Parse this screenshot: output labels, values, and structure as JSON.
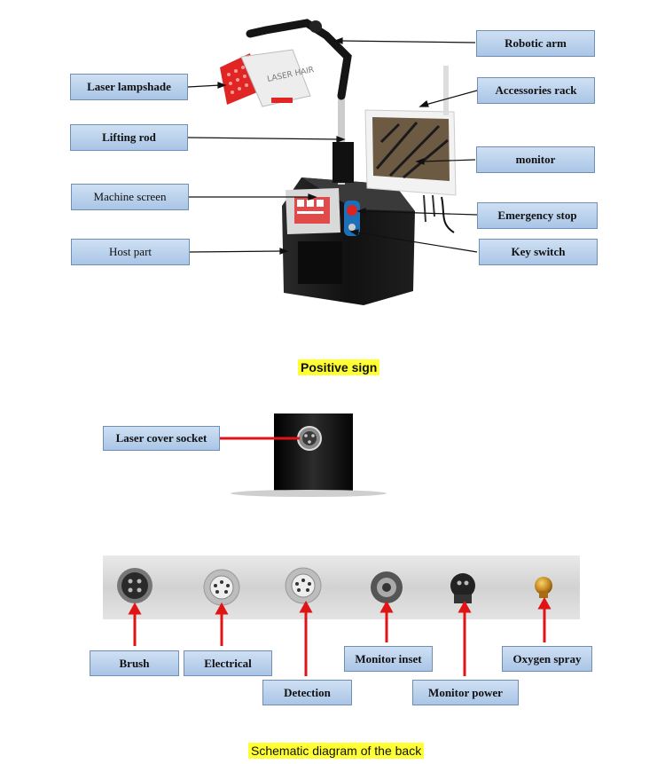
{
  "front_labels": {
    "robotic_arm": "Robotic arm",
    "laser_lampshade": "Laser lampshade",
    "accessories_rack": "Accessories rack",
    "lifting_rod": "Lifting rod",
    "monitor": "monitor",
    "machine_screen": "Machine screen",
    "emergency_stop": "Emergency stop",
    "host_part": "Host part",
    "key_switch": "Key switch"
  },
  "captions": {
    "positive_sign": "Positive sign",
    "back_diagram": "Schematic diagram of the back"
  },
  "rod_labels": {
    "laser_cover_socket": "Laser cover socket"
  },
  "back_labels": {
    "brush": "Brush",
    "electrical": "Electrical",
    "detection": "Detection",
    "monitor_inset": "Monitor inset",
    "monitor_power": "Monitor power",
    "oxygen_spray": "Oxygen spray"
  },
  "lampshade_text": "LASER HAIR"
}
